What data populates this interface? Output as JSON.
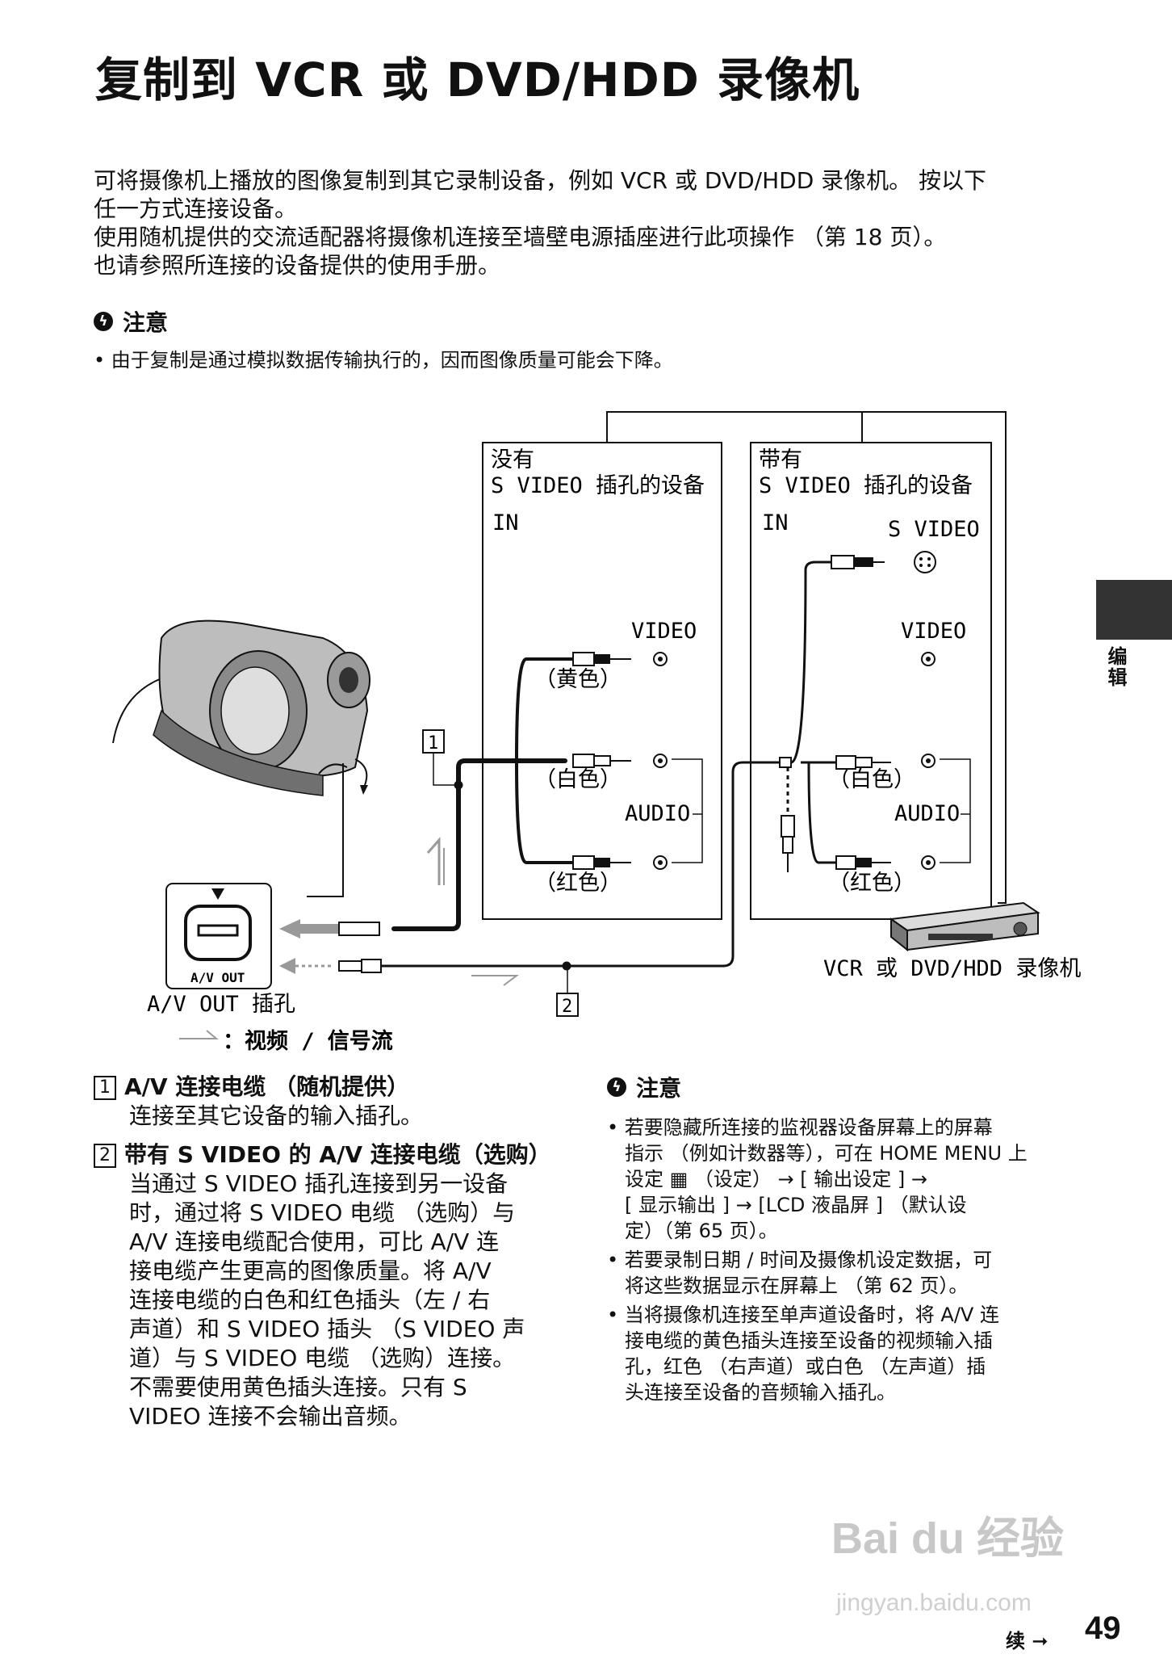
{
  "title": "复制到 VCR 或 DVD/HDD 录像机",
  "intro": [
    "可将摄像机上播放的图像复制到其它录制设备，例如 VCR 或 DVD/HDD 录像机。 按以下",
    "任一方式连接设备。",
    "使用随机提供的交流适配器将摄像机连接至墙壁电源插座进行此项操作 （第 18 页）。",
    "也请参照所连接的设备提供的使用手册。"
  ],
  "note1": {
    "heading": "注意",
    "items": [
      "• 由于复制是通过模拟数据传输执行的，因而图像质量可能会下降。"
    ]
  },
  "side_tab_label": "编辑",
  "diagram": {
    "box1_title": [
      "没有",
      "S VIDEO 插孔的设备"
    ],
    "box2_title": [
      "带有",
      "S VIDEO 插孔的设备"
    ],
    "in_label": "IN",
    "s_video_label": "S VIDEO",
    "video_label": "VIDEO",
    "audio_label": "AUDIO",
    "yellow": "（黄色）",
    "white": "（白色）",
    "red": "（红色）",
    "num1": "1",
    "num2": "2",
    "av_out_port": "A/V OUT",
    "av_out_jack": "A/V OUT 插孔",
    "vcr_label": "VCR 或 DVD/HDD 录像机",
    "flow_legend": "：视频 / 信号流"
  },
  "items": [
    {
      "num": "1",
      "title": "A/V 连接电缆 （随机提供）",
      "body": [
        "连接至其它设备的输入插孔。"
      ]
    },
    {
      "num": "2",
      "title": "带有 S VIDEO 的 A/V 连接电缆（选购）",
      "body": [
        "当通过 S VIDEO 插孔连接到另一设备",
        "时，通过将 S VIDEO 电缆 （选购）与",
        "A/V 连接电缆配合使用，可比 A/V 连",
        "接电缆产生更高的图像质量。将 A/V",
        "连接电缆的白色和红色插头（左 / 右",
        "声道）和 S VIDEO 插头 （S VIDEO 声",
        "道）与 S VIDEO 电缆 （选购）连接。",
        "不需要使用黄色插头连接。只有 S",
        "VIDEO 连接不会输出音频。"
      ]
    }
  ],
  "note2": {
    "heading": "注意",
    "items": [
      [
        "• 若要隐藏所连接的监视器设备屏幕上的屏幕",
        "指示 （例如计数器等），可在 HOME MENU 上",
        "设定 ▦ （设定） → [ 输出设定 ] →",
        "[ 显示输出 ] → [LCD 液晶屏 ] （默认设",
        "定）（第 65 页）。"
      ],
      [
        "• 若要录制日期 / 时间及摄像机设定数据，可",
        "将这些数据显示在屏幕上 （第 62 页）。"
      ],
      [
        "• 当将摄像机连接至单声道设备时，将 A/V 连",
        "接电缆的黄色插头连接至设备的视频输入插",
        "孔，红色 （右声道）或白色 （左声道）插",
        "头连接至设备的音频输入插孔。"
      ]
    ]
  },
  "footer": {
    "cont": "续 ➞",
    "page": "49"
  },
  "watermark": {
    "brand": "Bai du 经验",
    "url": "jingyan.baidu.com"
  }
}
